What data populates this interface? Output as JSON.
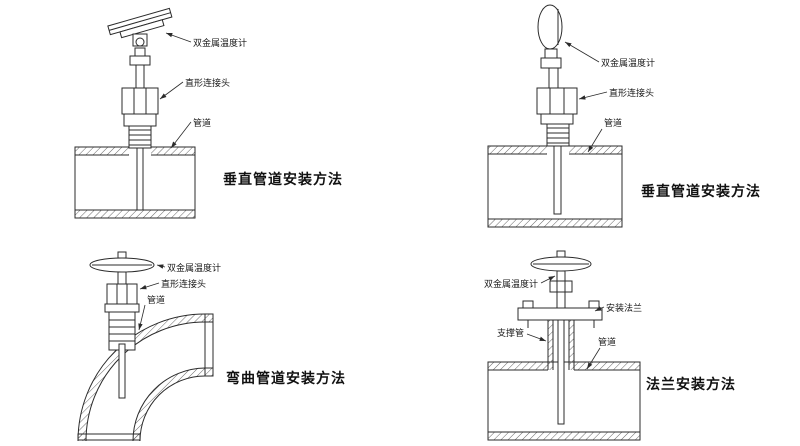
{
  "colors": {
    "background": "#ffffff",
    "line": "#2b2b2b"
  },
  "diagrams": {
    "top_left": {
      "caption": "垂直管道安装方法",
      "labels": {
        "thermometer": "双金属温度计",
        "connector": "直形连接头",
        "pipe": "管道"
      }
    },
    "top_right": {
      "caption": "垂直管道安装方法",
      "labels": {
        "thermometer": "双金属温度计",
        "connector": "直形连接头",
        "pipe": "管道"
      }
    },
    "bottom_left": {
      "caption": "弯曲管道安装方法",
      "labels": {
        "thermometer": "双金属温度计",
        "connector": "直形连接头",
        "pipe": "管道"
      }
    },
    "bottom_right": {
      "caption": "法兰安装方法",
      "labels": {
        "thermometer": "双金属温度计",
        "flange": "安装法兰",
        "support_tube": "支撑管",
        "pipe": "管道"
      }
    }
  }
}
